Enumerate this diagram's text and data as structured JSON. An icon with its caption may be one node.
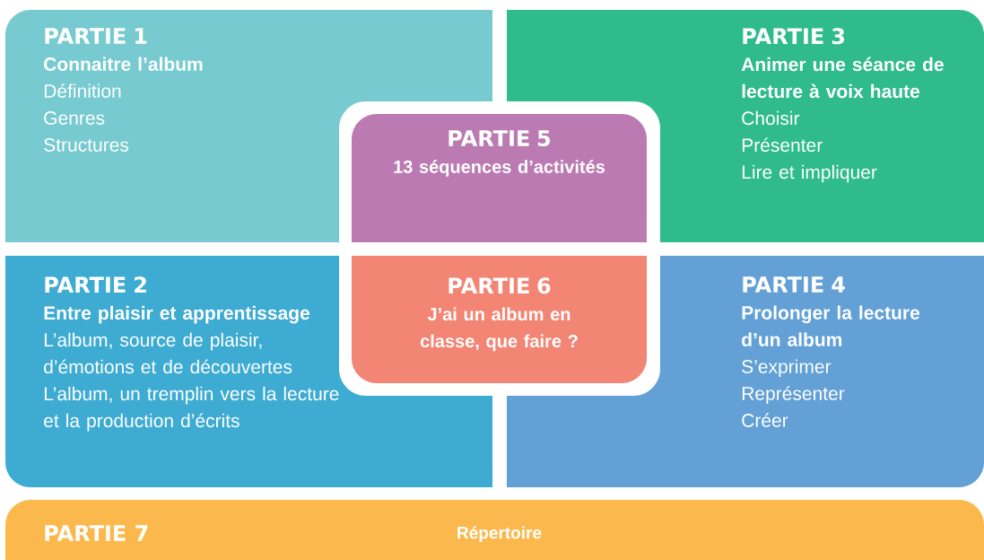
{
  "diagram": {
    "nodes": [
      {
        "text": [
          "PARTIE 1",
          "Connaitre l’album",
          "Définition",
          "Genres",
          "Structures"
        ]
      },
      {
        "text": [
          "PARTIE 3",
          "Animer une séance de lecture à voix haute",
          "Choisir",
          "Présenter",
          "Lire et impliquer"
        ]
      },
      {
        "text": [
          "PARTIE 5",
          "13 séquences d’activités"
        ]
      },
      {
        "text": [
          "PARTIE 2",
          "Entre plaisir et apprentissage",
          "L’album, source de plaisir, d’émotions et de découvertes",
          "L’album, un tremplin vers la lecture et la production d’écrits"
        ]
      },
      {
        "text": [
          "PARTIE 6",
          "J’ai un album en classe, que faire ?"
        ]
      },
      {
        "text": [
          "PARTIE 4",
          "Prolonger la lecture d’un album",
          "S’exprimer",
          "Représenter",
          "Créer"
        ]
      },
      {
        "text": [
          "PARTIE 7",
          "Répertoire"
        ]
      }
    ]
  }
}
